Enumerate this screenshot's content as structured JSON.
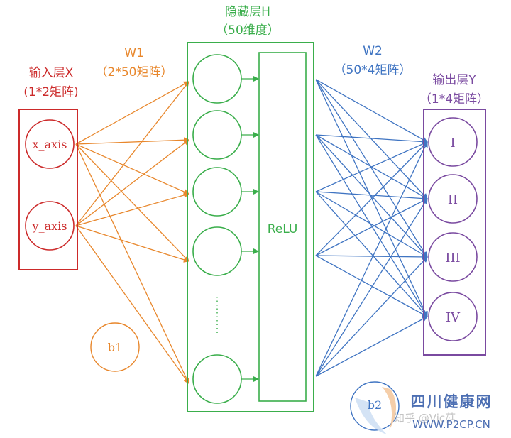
{
  "colors": {
    "input": "#cc2a2a",
    "w1": "#e8872c",
    "hidden": "#3aae4b",
    "w2": "#3f74c2",
    "output": "#7a4aa0",
    "b1": "#e8872c"
  },
  "input_layer": {
    "title": "输入层X",
    "shape": "(1*2矩阵)",
    "nodes": [
      "x_axis",
      "y_axis"
    ]
  },
  "w1": {
    "title": "W1",
    "shape": "（2*50矩阵）"
  },
  "hidden_layer": {
    "title": "隐藏层H",
    "shape": "（50维度）",
    "activation": "ReLU",
    "ellipsis": "⋮"
  },
  "w2": {
    "title": "W2",
    "shape": "（50*4矩阵）"
  },
  "output_layer": {
    "title": "输出层Y",
    "shape": "（1*4矩阵）",
    "nodes": [
      "I",
      "II",
      "III",
      "IV"
    ]
  },
  "bias": {
    "b1": "b1",
    "b2": "b2"
  },
  "watermark": {
    "zhihu": "知乎 @Vic菇",
    "site_name": "四川健康网",
    "site_url": "WWW.P2CP.CN"
  }
}
